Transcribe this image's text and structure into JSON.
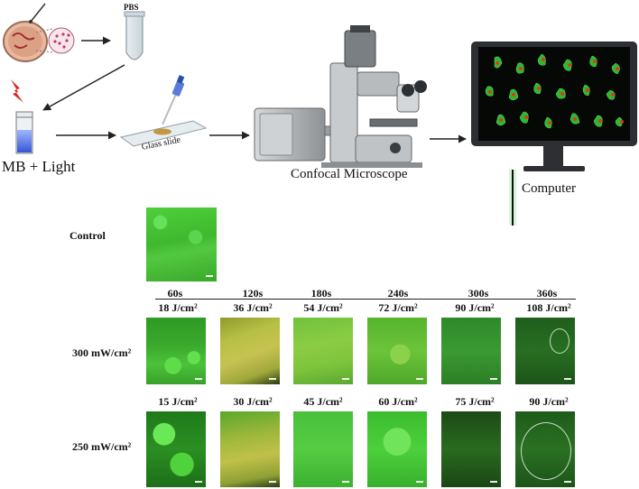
{
  "workflow": {
    "pbs_label": "PBS",
    "mb_light_label": "MB + Light",
    "glass_slide_label": "Glass slide",
    "microscope_label": "Confocal Microscope",
    "computer_label": "Computer"
  },
  "control": {
    "label": "Control"
  },
  "grid": {
    "times": [
      "60s",
      "120s",
      "180s",
      "240s",
      "300s",
      "360s"
    ],
    "rows": [
      {
        "power": "300 mW/cm²",
        "doses": [
          "18 J/cm²",
          "36 J/cm²",
          "54 J/cm²",
          "72 J/cm²",
          "90 J/cm²",
          "108 J/cm²"
        ]
      },
      {
        "power": "250 mW/cm²",
        "doses": [
          "15 J/cm²",
          "30 J/cm²",
          "45 J/cm²",
          "60 J/cm²",
          "75 J/cm²",
          "90 J/cm²"
        ]
      }
    ]
  },
  "colors": {
    "fluorescence_green": "#3cc83c",
    "dark_green": "#1f5a1f",
    "yellow_green": "#b8c040",
    "arrow": "#222222",
    "glow_arrow": "#7fe07f"
  }
}
